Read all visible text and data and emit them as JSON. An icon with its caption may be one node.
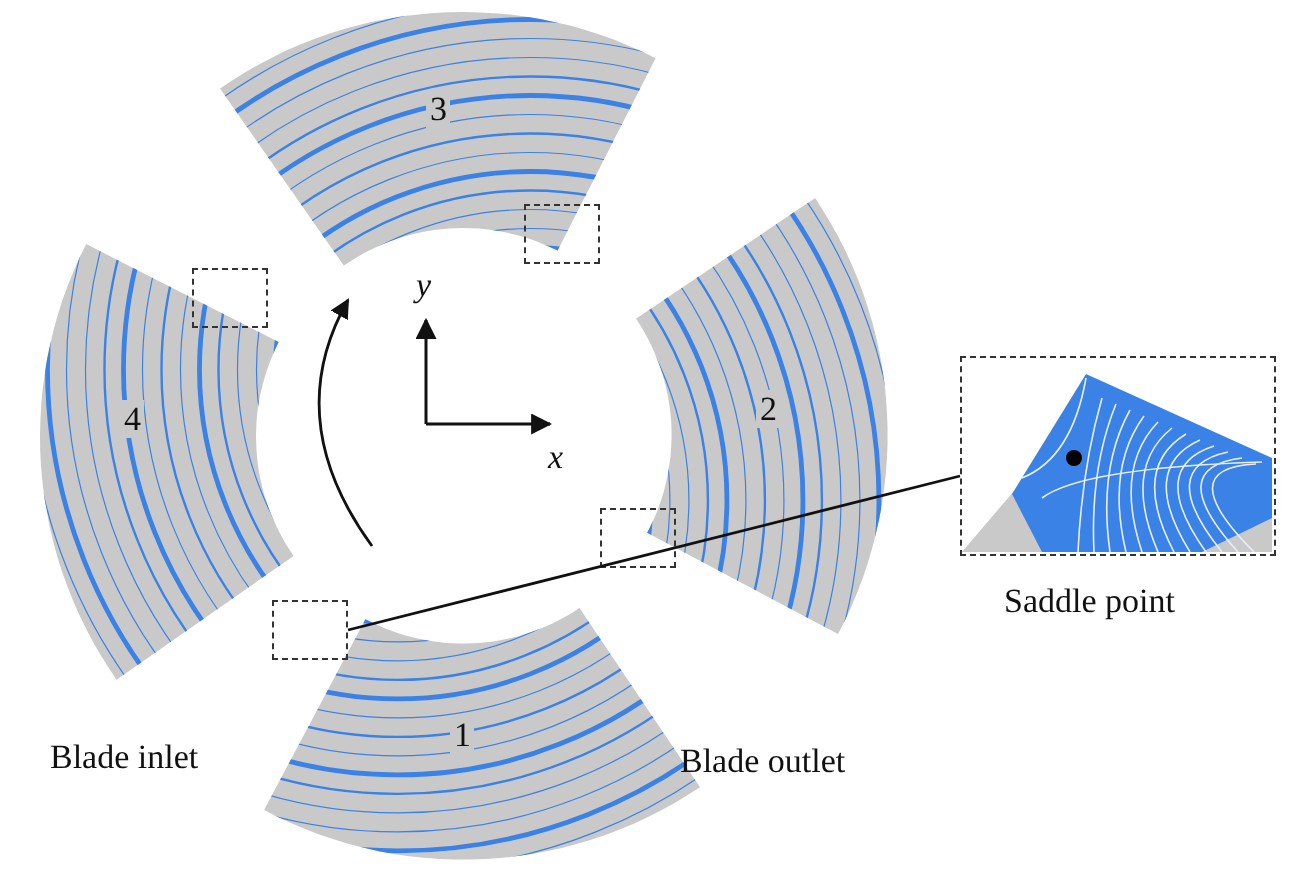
{
  "diagram": {
    "nodes": [
      {
        "text": [
          "3"
        ]
      },
      {
        "text": [
          "4"
        ]
      },
      {
        "text": [
          "2"
        ]
      },
      {
        "text": [
          "1"
        ]
      },
      {
        "text": [],
        "shape": "box"
      },
      {
        "text": [],
        "shape": "picture"
      }
    ],
    "edges": [
      {
        "from": 4,
        "to": 5,
        "arrow": "none"
      }
    ],
    "labels": [
      "y",
      "x",
      "Blade inlet",
      "Blade outlet",
      "Saddle point"
    ]
  }
}
